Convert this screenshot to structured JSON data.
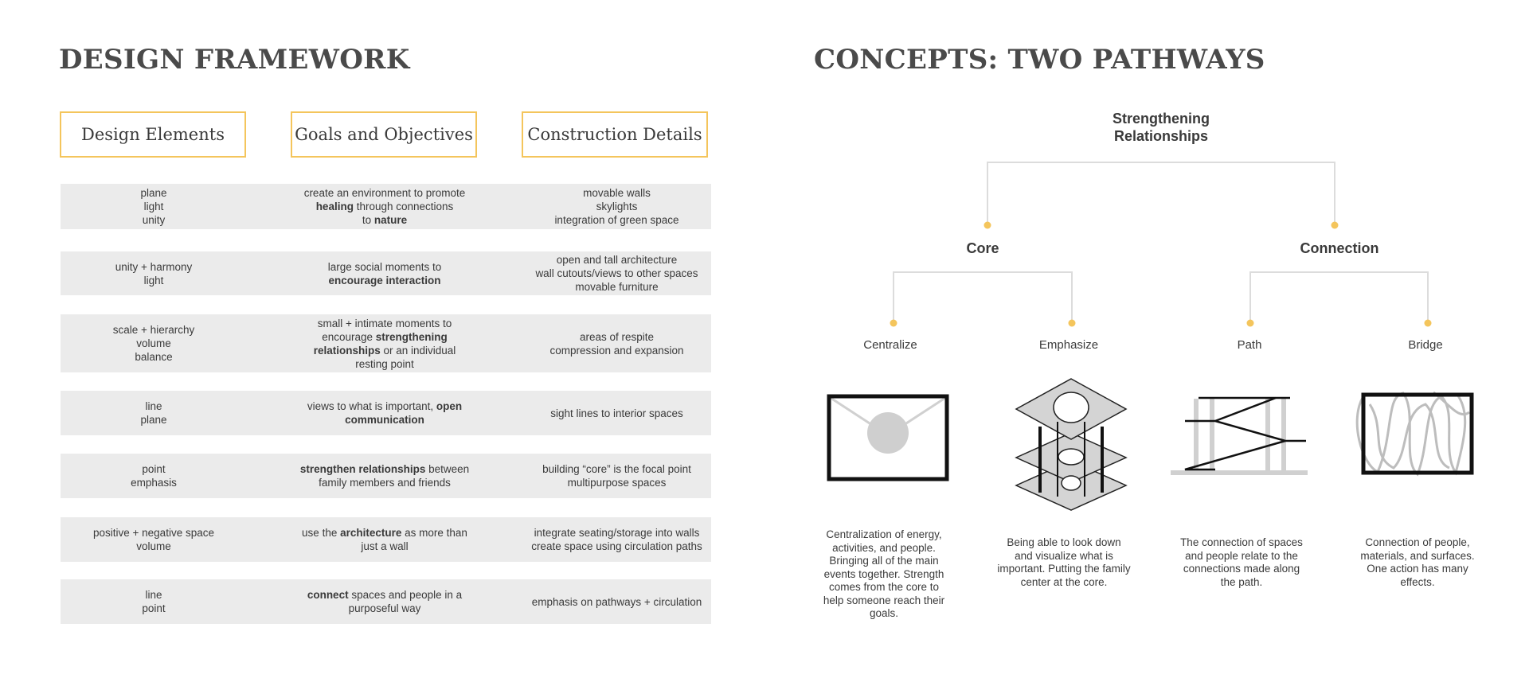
{
  "left": {
    "title": "DESIGN FRAMEWORK",
    "columns": [
      "Design Elements",
      "Goals and Objectives",
      "Construction Details"
    ],
    "rows": [
      {
        "elements": [
          "plane",
          "light",
          "unity"
        ],
        "goals": [
          [
            {
              "t": "create an environment to promote"
            }
          ],
          [
            {
              "t": "healing",
              "b": true
            },
            {
              "t": " through connections"
            }
          ],
          [
            {
              "t": "to "
            },
            {
              "t": "nature",
              "b": true
            }
          ]
        ],
        "details": [
          "movable walls",
          "skylights",
          "integration of green space"
        ]
      },
      {
        "elements": [
          "unity + harmony",
          "light"
        ],
        "goals": [
          [
            {
              "t": "large social moments to"
            }
          ],
          [
            {
              "t": "encourage interaction",
              "b": true
            }
          ]
        ],
        "details": [
          "open and tall architecture",
          "wall cutouts/views to other spaces",
          "movable furniture"
        ]
      },
      {
        "elements": [
          "scale + hierarchy",
          "volume",
          "balance"
        ],
        "goals": [
          [
            {
              "t": "small + intimate moments to"
            }
          ],
          [
            {
              "t": "encourage "
            },
            {
              "t": "strengthening",
              "b": true
            }
          ],
          [
            {
              "t": "relationships",
              "b": true
            },
            {
              "t": " or an individual"
            }
          ],
          [
            {
              "t": "resting point"
            }
          ]
        ],
        "details": [
          "areas of respite",
          "compression and expansion"
        ]
      },
      {
        "elements": [
          "line",
          "plane"
        ],
        "goals": [
          [
            {
              "t": "views to what is important, "
            },
            {
              "t": "open",
              "b": true
            }
          ],
          [
            {
              "t": "communication",
              "b": true
            }
          ]
        ],
        "details": [
          "sight lines to interior spaces"
        ]
      },
      {
        "elements": [
          "point",
          "emphasis"
        ],
        "goals": [
          [
            {
              "t": "strengthen relationships",
              "b": true
            },
            {
              "t": " between"
            }
          ],
          [
            {
              "t": "family members and friends"
            }
          ]
        ],
        "details": [
          "building “core” is the focal point",
          "multipurpose spaces"
        ]
      },
      {
        "elements": [
          "positive + negative space",
          "volume"
        ],
        "goals": [
          [
            {
              "t": "use the "
            },
            {
              "t": "architecture",
              "b": true
            },
            {
              "t": " as more than"
            }
          ],
          [
            {
              "t": "just a wall"
            }
          ]
        ],
        "details": [
          "integrate seating/storage into walls",
          "create space using circulation paths"
        ]
      },
      {
        "elements": [
          "line",
          "point"
        ],
        "goals": [
          [
            {
              "t": "connect",
              "b": true
            },
            {
              "t": " spaces and people in a"
            }
          ],
          [
            {
              "t": "purposeful way"
            }
          ]
        ],
        "details": [
          "emphasis on pathways + circulation"
        ]
      }
    ]
  },
  "right": {
    "title": "CONCEPTS: TWO PATHWAYS",
    "root_line1": "Strengthening",
    "root_line2": "Relationships",
    "core": "Core",
    "connection": "Connection",
    "centralize": "Centralize",
    "emphasize": "Emphasize",
    "path": "Path",
    "bridge": "Bridge",
    "desc_centralize": [
      "Centralization of energy,",
      "activities, and people.",
      "Bringing all of the main",
      "events together. Strength",
      "comes from the core to",
      "help someone reach their",
      "goals."
    ],
    "desc_emphasize": [
      "Being able to look down",
      "and visualize what is",
      "important. Putting the family",
      "center at the core."
    ],
    "desc_path": [
      "The connection of spaces",
      "and people relate to the",
      "connections made along",
      "the path."
    ],
    "desc_bridge": [
      "Connection of people,",
      "materials, and surfaces.",
      "One action has many",
      "effects."
    ]
  },
  "colors": {
    "accent": "#f4c55c",
    "row_bg": "#ebebeb",
    "line": "#dcdcdc",
    "text": "#3a3a3a"
  }
}
